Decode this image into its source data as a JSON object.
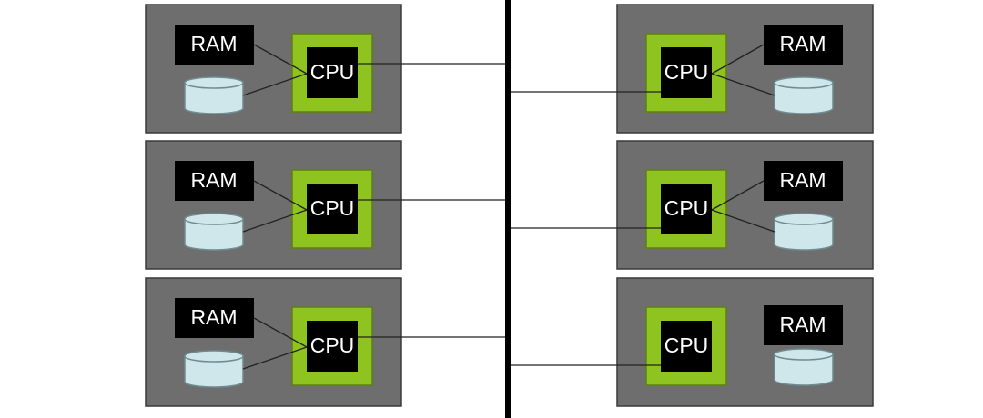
{
  "colors": {
    "background": "#ffffff",
    "node_fill": "#6e6e6e",
    "node_border": "#3a3a3a",
    "cpu_outer": "#8fc31f",
    "cpu_inner": "#000000",
    "ram_fill": "#000000",
    "disk_fill": "#cfe6ea",
    "disk_stroke": "#6f8c92",
    "bus": "#000000",
    "wire": "#222222",
    "text": "#ffffff"
  },
  "labels": {
    "ram": "RAM",
    "cpu": "CPU"
  },
  "nodes": [
    {
      "id": "node-left-1",
      "side": "left",
      "row": 1,
      "ram_linked": true,
      "disk_linked": true
    },
    {
      "id": "node-left-2",
      "side": "left",
      "row": 2,
      "ram_linked": true,
      "disk_linked": true
    },
    {
      "id": "node-left-3",
      "side": "left",
      "row": 3,
      "ram_linked": true,
      "disk_linked": true
    },
    {
      "id": "node-right-1",
      "side": "right",
      "row": 1,
      "ram_linked": true,
      "disk_linked": true
    },
    {
      "id": "node-right-2",
      "side": "right",
      "row": 2,
      "ram_linked": true,
      "disk_linked": true
    },
    {
      "id": "node-right-3",
      "side": "right",
      "row": 3,
      "ram_linked": false,
      "disk_linked": false
    }
  ]
}
